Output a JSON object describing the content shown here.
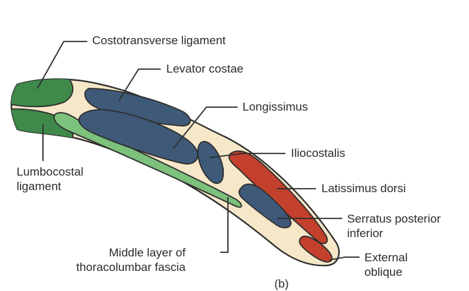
{
  "figure_tag": "(b)",
  "colors": {
    "bone": "#f6e7c8",
    "outline": "#2f2f2f",
    "ligament_green": "#3f8a4a",
    "fascia_green": "#7cc17c",
    "muscle_blue": "#3f5a78",
    "muscle_red": "#c3402c",
    "leader": "#2f2f2f"
  },
  "labels": {
    "costotransverse": "Costotransverse ligament",
    "levator": "Levator costae",
    "longissimus": "Longissimus",
    "iliocostalis": "Iliocostalis",
    "latissimus": "Latissimus dorsi",
    "serratus_1": "Serratus posterior",
    "serratus_2": "inferior",
    "lumbocostal_1": "Lumbocostal",
    "lumbocostal_2": "ligament",
    "fascia_1": "Middle layer of",
    "fascia_2": "thoracolumbar fascia",
    "external_1": "External",
    "external_2": "oblique"
  }
}
